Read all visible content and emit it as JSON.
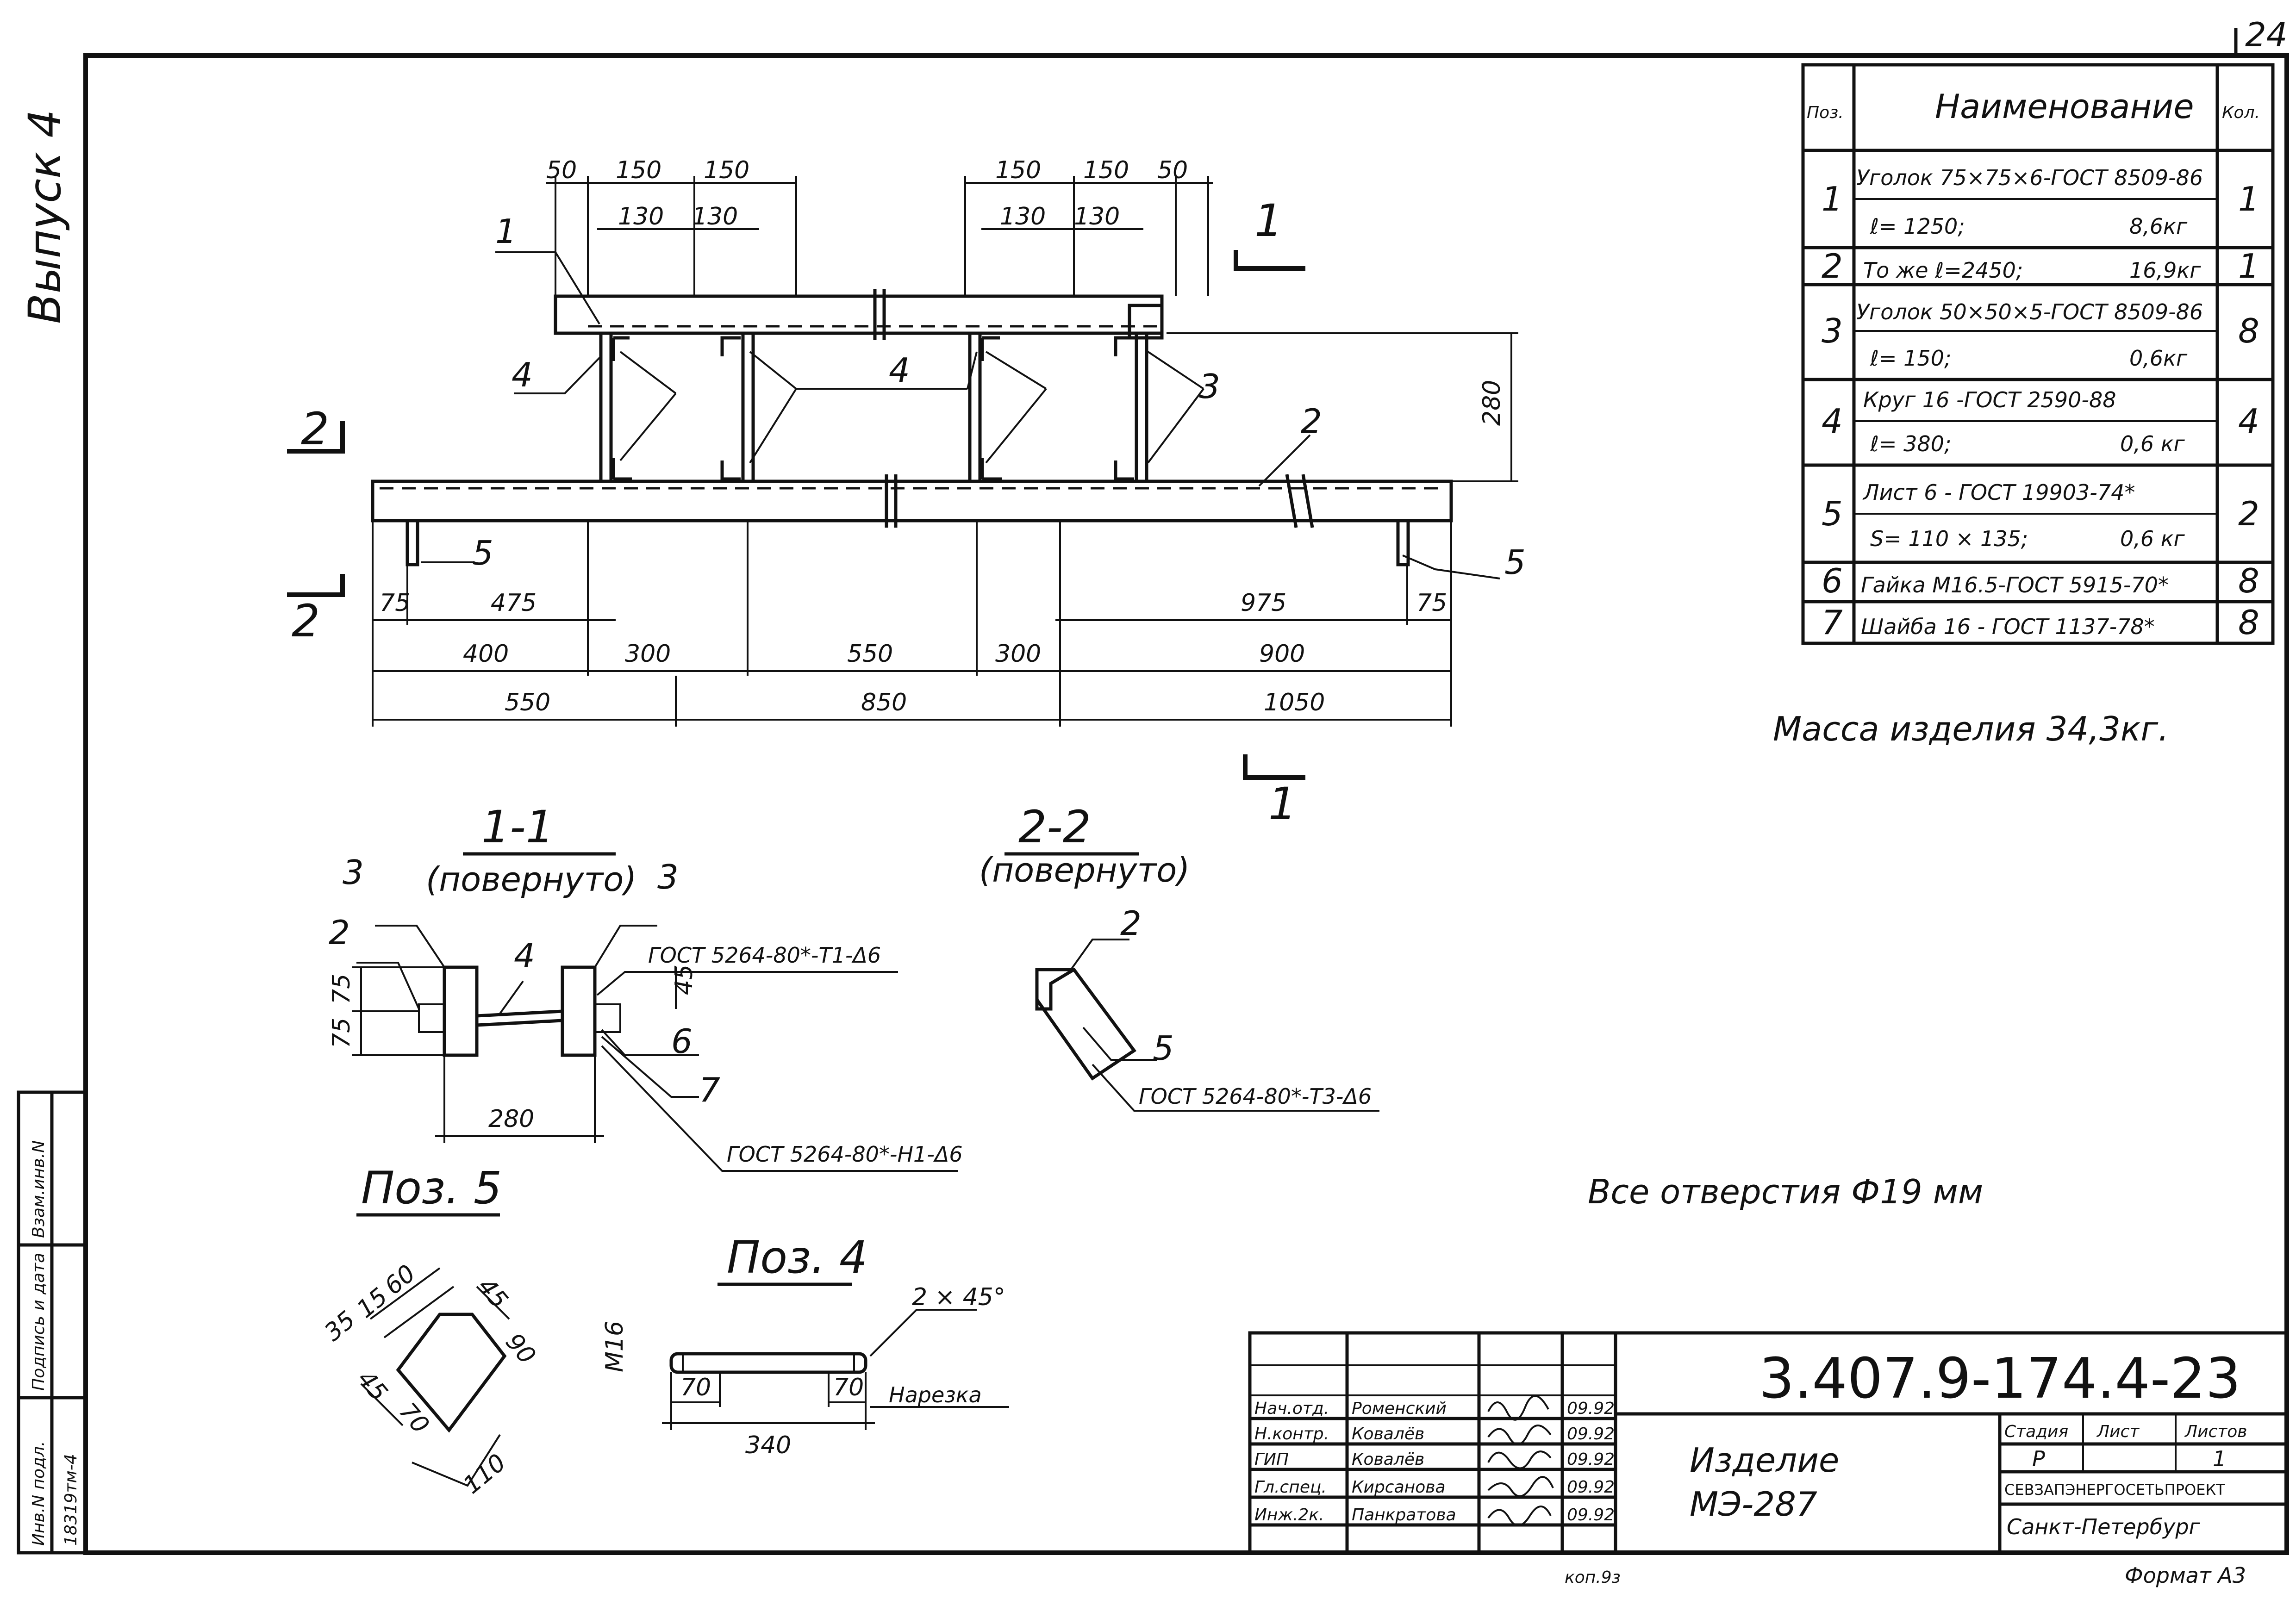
{
  "sheet": {
    "corner_number": "24",
    "side_issue": "Выпуск 4",
    "side_boxes": [
      "Инв.N подл.",
      "Подпись и дата",
      "Взам.инв.N"
    ],
    "side_inv_value": "18319тм-4",
    "copy_mark": "коп.9з",
    "format": "Формат А3"
  },
  "spec_table": {
    "headers": {
      "pos": "Поз.",
      "name": "Наименование",
      "qty": "Кол."
    },
    "rows": [
      {
        "pos": "1",
        "name": "Уголок 75×75×6-ГОСТ 8509-86",
        "length": "ℓ= 1250;",
        "mass": "8,6кг",
        "qty": "1"
      },
      {
        "pos": "2",
        "name": "То же  ℓ=2450;",
        "length": "",
        "mass": "16,9кг",
        "qty": "1"
      },
      {
        "pos": "3",
        "name": "Уголок 50×50×5-ГОСТ 8509-86",
        "length": "ℓ= 150;",
        "mass": "0,6кг",
        "qty": "8"
      },
      {
        "pos": "4",
        "name": "Круг 16 -ГОСТ 2590-88",
        "length": "ℓ= 380;",
        "mass": "0,6 кг",
        "qty": "4"
      },
      {
        "pos": "5",
        "name": "Лист 6 - ГОСТ 19903-74*",
        "length": "S= 110 × 135;",
        "mass": "0,6 кг",
        "qty": "2"
      },
      {
        "pos": "6",
        "name": "Гайка М16.5-ГОСТ 5915-70*",
        "length": "",
        "mass": "",
        "qty": "8"
      },
      {
        "pos": "7",
        "name": "Шайба 16 - ГОСТ 1137-78*",
        "length": "",
        "mass": "",
        "qty": "8"
      }
    ]
  },
  "notes": {
    "mass": "Масса изделия 34,3кг.",
    "holes": "Все отверстия Ф19 мм"
  },
  "main_view": {
    "top_dims": [
      "50",
      "150",
      "150",
      "150",
      "150",
      "50"
    ],
    "inner_dims": [
      "130",
      "130",
      "130",
      "130"
    ],
    "height_dim": "280",
    "bottom_dims_row1": [
      "75",
      "475",
      "975",
      "75"
    ],
    "bottom_dims_row2": [
      "400",
      "300",
      "550",
      "300",
      "900"
    ],
    "bottom_dims_row3": [
      "550",
      "850",
      "1050"
    ],
    "callouts": [
      "1",
      "2",
      "3",
      "4",
      "4",
      "5",
      "5"
    ],
    "section_marks": [
      "1",
      "1",
      "2",
      "2"
    ]
  },
  "section_1_1": {
    "title": "1-1",
    "subtitle": "(повернуто)",
    "callouts": [
      "3",
      "3",
      "2",
      "4",
      "6",
      "7"
    ],
    "dims": [
      "75",
      "75",
      "45",
      "280"
    ],
    "weld_top": "ГОСТ 5264-80*-Т1-Δ6",
    "weld_bottom": "ГОСТ 5264-80*-Н1-Δ6"
  },
  "section_2_2": {
    "title": "2-2",
    "subtitle": "(повернуто)",
    "callouts": [
      "2",
      "5"
    ],
    "weld": "ГОСТ 5264-80*-Т3-Δ6"
  },
  "pos5": {
    "title": "Поз. 5",
    "dims": [
      "35",
      "15",
      "60",
      "45",
      "90",
      "45",
      "70",
      "110"
    ]
  },
  "pos4": {
    "title": "Поз. 4",
    "dims": [
      "М16",
      "70",
      "70",
      "340"
    ],
    "chamfer": "2 × 45°",
    "thread": "Нарезка"
  },
  "title_block": {
    "code": "3.407.9-174.4-23",
    "product": "Изделие",
    "product_code": "МЭ-287",
    "stage_header": "Стадия",
    "sheet_header": "Лист",
    "sheets_header": "Листов",
    "stage": "Р",
    "sheets": "1",
    "org": "СЕВЗАПЭНЕРГОСЕТЬПРОЕКТ",
    "city": "Санкт-Петербург",
    "staff": [
      {
        "role": "Нач.отд.",
        "name": "Роменский",
        "date": "09.92"
      },
      {
        "role": "Н.контр.",
        "name": "Ковалёв",
        "date": "09.92"
      },
      {
        "role": "ГИП",
        "name": "Ковалёв",
        "date": "09.92"
      },
      {
        "role": "Гл.спец.",
        "name": "Кирсанова",
        "date": "09.92"
      },
      {
        "role": "Инж.2к.",
        "name": "Панкратова",
        "date": "09.92"
      }
    ]
  }
}
